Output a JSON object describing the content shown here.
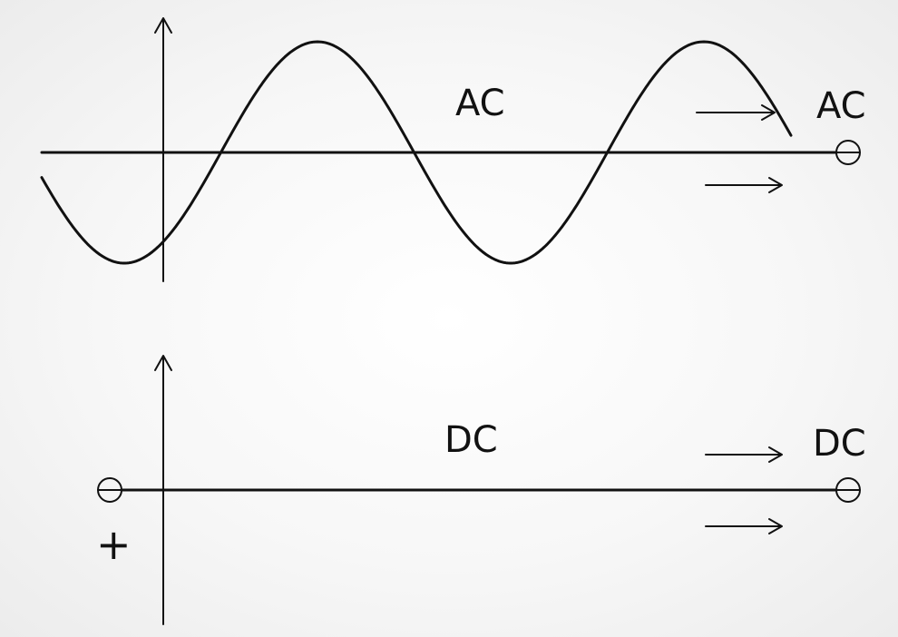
{
  "ac": {
    "title": "AC",
    "terminal_label": "AC"
  },
  "dc": {
    "title": "DC",
    "terminal_label": "DC",
    "left_sign": "+"
  }
}
